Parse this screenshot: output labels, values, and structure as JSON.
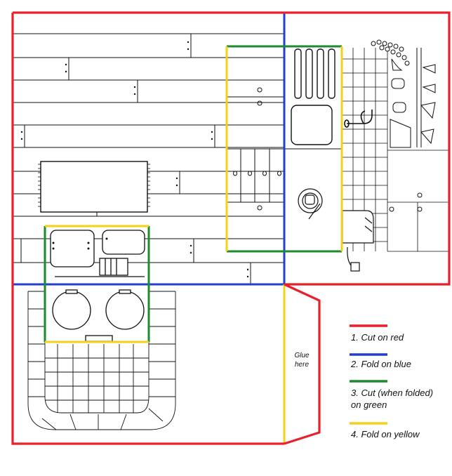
{
  "glue_label": "Glue here",
  "legend": [
    {
      "label": "1. Cut on red",
      "color": "#e8202a"
    },
    {
      "label": "2. Fold on blue",
      "color": "#1f3fd6"
    },
    {
      "label": "3. Cut (when folded) on green",
      "color": "#1e8a2e"
    },
    {
      "label": "4. Fold on yellow",
      "color": "#f2d21a"
    }
  ],
  "icons": [
    "rug",
    "stove",
    "sink-icon",
    "toaster-icon",
    "plate-icon",
    "plant-icon",
    "cutting-board-icon"
  ]
}
